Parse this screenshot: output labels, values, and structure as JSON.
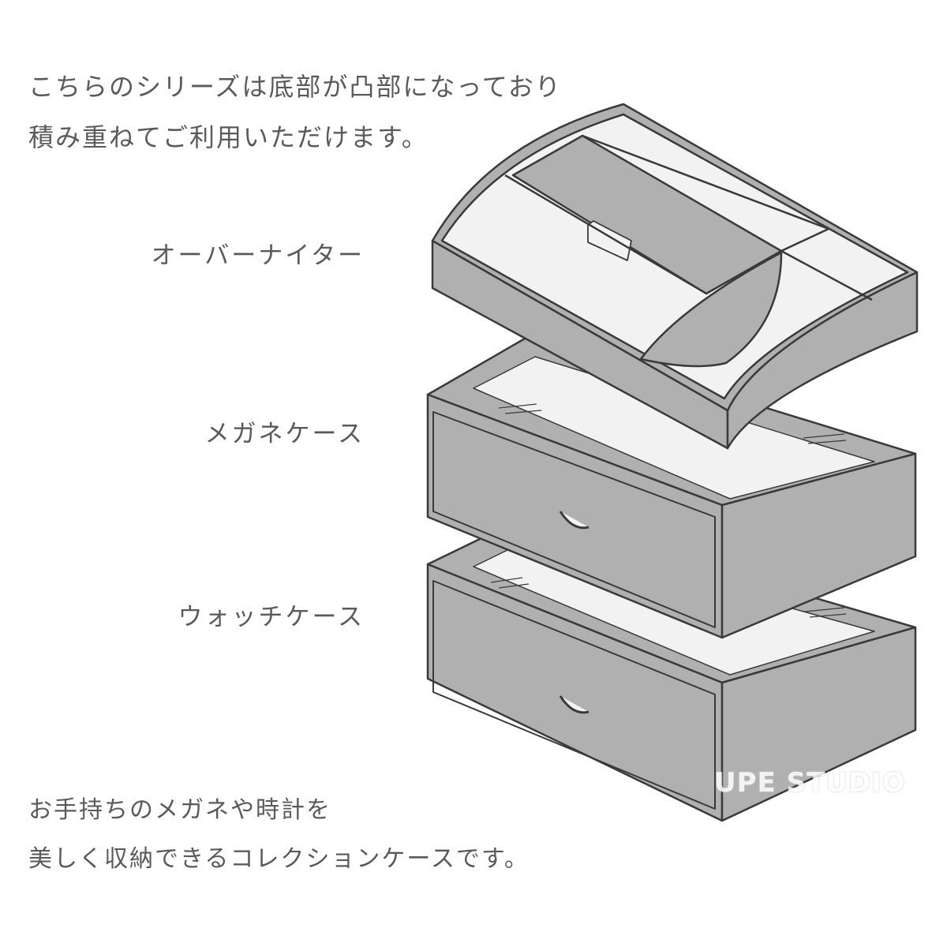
{
  "intro": {
    "line1": "こちらのシリーズは底部が凸部になっており",
    "line2": "積み重ねてご利用いただけます。"
  },
  "labels": {
    "top": "オーバーナイター",
    "middle": "メガネケース",
    "bottom": "ウォッチケース"
  },
  "outro": {
    "line1": "お手持ちのメガネや時計を",
    "line2": "美しく収納できるコレクションケースです。"
  },
  "watermark": "UPE STUDIO",
  "colors": {
    "panel_gray": "#b0b0b0",
    "interior_white": "#f2f2f2",
    "outline": "#3a3a3a",
    "text": "#5a5a5a"
  }
}
